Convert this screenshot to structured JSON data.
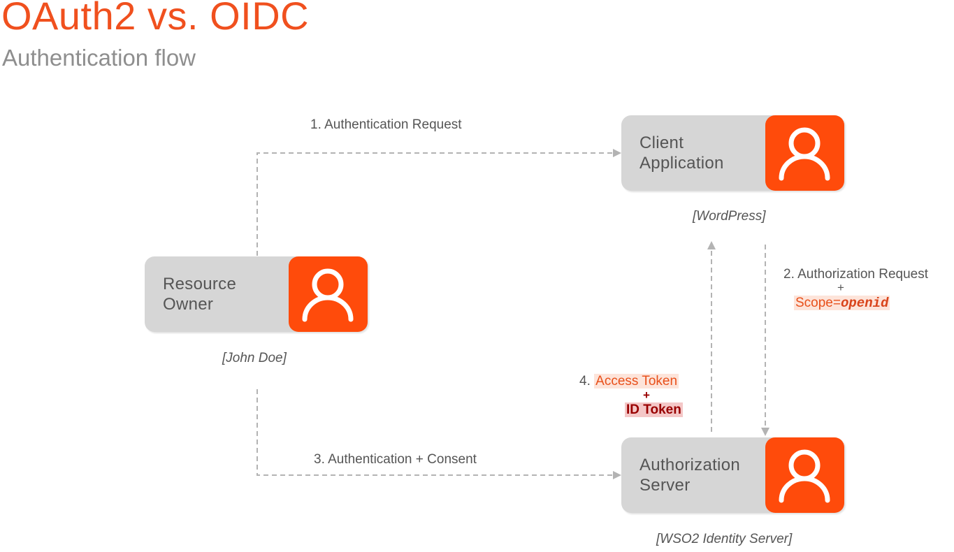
{
  "title": "OAuth2 vs. OIDC",
  "subtitle": "Authentication flow",
  "nodes": {
    "client": {
      "line1": "Client",
      "line2": "Application",
      "caption": "[WordPress]",
      "icon": "user-icon"
    },
    "owner": {
      "line1": "Resource",
      "line2": "Owner",
      "caption": "[John Doe]",
      "icon": "user-icon"
    },
    "authz": {
      "line1": "Authorization",
      "line2": "Server",
      "caption": "[WSO2 Identity Server]",
      "icon": "user-icon"
    }
  },
  "edges": {
    "step1": "1. Authentication Request",
    "step2": "2. Authorization Request",
    "step2_plus": "+",
    "step2_scope_key": "Scope=",
    "step2_scope_value": "openid",
    "step3": "3. Authentication + Consent",
    "step4_prefix": "4.",
    "step4_access": "Access Token",
    "step4_plus": "+",
    "step4_id": "ID Token"
  },
  "colors": {
    "accent": "#f0501e",
    "node_bg": "#d6d6d6",
    "icon_bg": "#ff4b0b",
    "arrow": "#b3b3b3"
  }
}
